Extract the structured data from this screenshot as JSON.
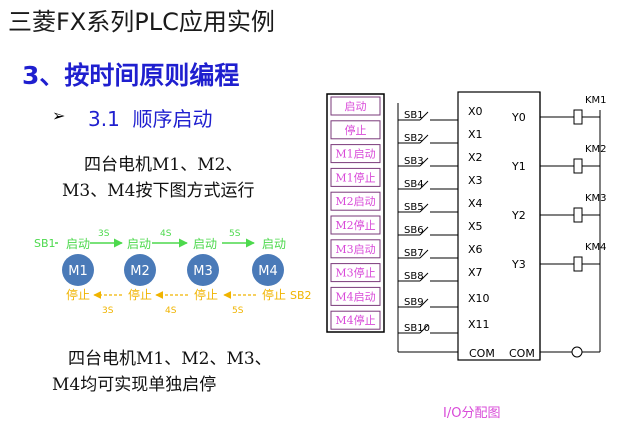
{
  "title": "三菱FX系列PLC应用实例",
  "section": "3、按时间原则编程",
  "subsection": {
    "arrow": "➢",
    "number": "3.1",
    "label": "顺序启动"
  },
  "desc1_line1": "四台电机M1、M2、",
  "desc1_line2": "M3、M4按下图方式运行",
  "desc2_line1": "四台电机M1、M2、M3、",
  "desc2_line2": "M4均可实现单独启停",
  "motors": [
    "M1",
    "M2",
    "M3",
    "M4"
  ],
  "start_flow": {
    "switch": "SB1",
    "label": "启动",
    "times": [
      "3S",
      "4S",
      "5S"
    ]
  },
  "stop_flow": {
    "switch": "SB2",
    "label": "停止",
    "times": [
      "3S",
      "4S",
      "5S"
    ]
  },
  "panel_buttons": [
    "启动",
    "停止",
    "M1启动",
    "M1停止",
    "M2启动",
    "M2停止",
    "M3启动",
    "M3停止",
    "M4启动",
    "M4停止"
  ],
  "switches": [
    "SB1",
    "SB2",
    "SB3",
    "SB4",
    "SB5",
    "SB6",
    "SB7",
    "SB8",
    "SB9",
    "SB10"
  ],
  "inputs": [
    "X0",
    "X1",
    "X2",
    "X3",
    "X4",
    "X5",
    "X6",
    "X7",
    "X10",
    "X11"
  ],
  "outputs": [
    "Y0",
    "Y1",
    "Y2",
    "Y3"
  ],
  "contactors": [
    "KM1",
    "KM2",
    "KM3",
    "KM4"
  ],
  "com_left": "COM",
  "com_right": "COM",
  "io_caption": "I/O分配图",
  "colors": {
    "heading": "#1f1fcf",
    "start_green": "#4dd94d",
    "stop_orange": "#f0b400",
    "motor_fill": "#4a7ab8",
    "panel_text": "#d94bd9",
    "panel_border": "#7a3a7a"
  }
}
